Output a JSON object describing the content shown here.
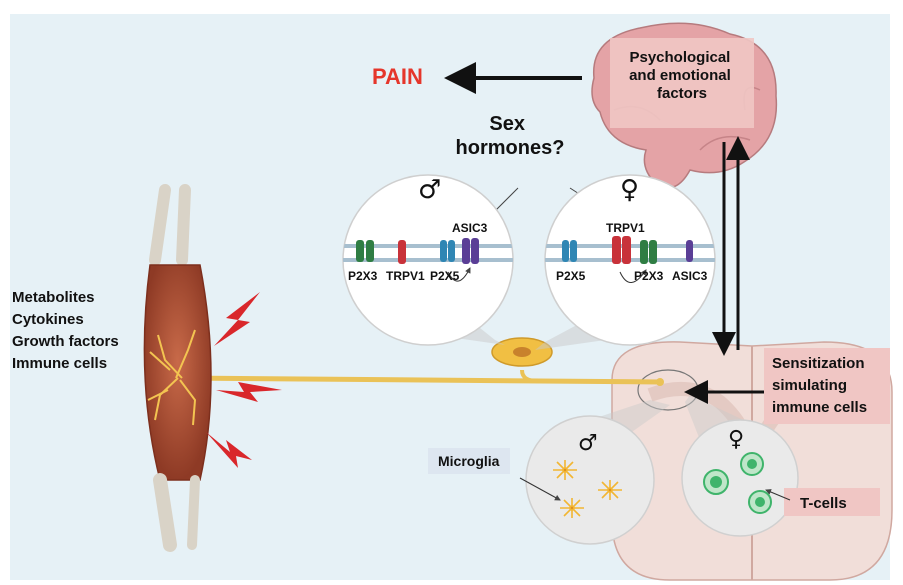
{
  "pain_label": "PAIN",
  "brain_box": {
    "lines": [
      "Psychological",
      "and emotional",
      "factors"
    ]
  },
  "sex_hormones": {
    "lines": [
      "Sex",
      "hormones?"
    ]
  },
  "male_symbol": "♂",
  "female_symbol": "♀",
  "male_receptors": {
    "p2x3": "P2X3",
    "trpv1": "TRPV1",
    "p2x5": "P2X5",
    "asic3": "ASIC3"
  },
  "female_receptors": {
    "p2x5": "P2X5",
    "trpv1": "TRPV1",
    "p2x3": "P2X3",
    "asic3": "ASIC3"
  },
  "factors_list": [
    "Metabolites",
    "Cytokines",
    "Growth factors",
    "Immune cells"
  ],
  "sensitization_box": {
    "lines": [
      "Sensitization",
      "simulating",
      "immune cells"
    ]
  },
  "microglia_label": "Microglia",
  "tcells_label": "T-cells",
  "colors": {
    "background": "#e6f1f6",
    "pain_red": "#e5362b",
    "label_box_pink": "#f0c6c4",
    "microglia_box": "#dde6f0",
    "brain": "#e4a3a6",
    "spinal_cord": "#f1ded9",
    "nerve_fiber": "#eac257",
    "muscle": "#b9573a",
    "receptor_green": "#2f7d43",
    "receptor_red": "#c8323a",
    "receptor_blue": "#2f86b4",
    "receptor_purple": "#5a3e96",
    "tcell_green": "#3fb46b"
  }
}
